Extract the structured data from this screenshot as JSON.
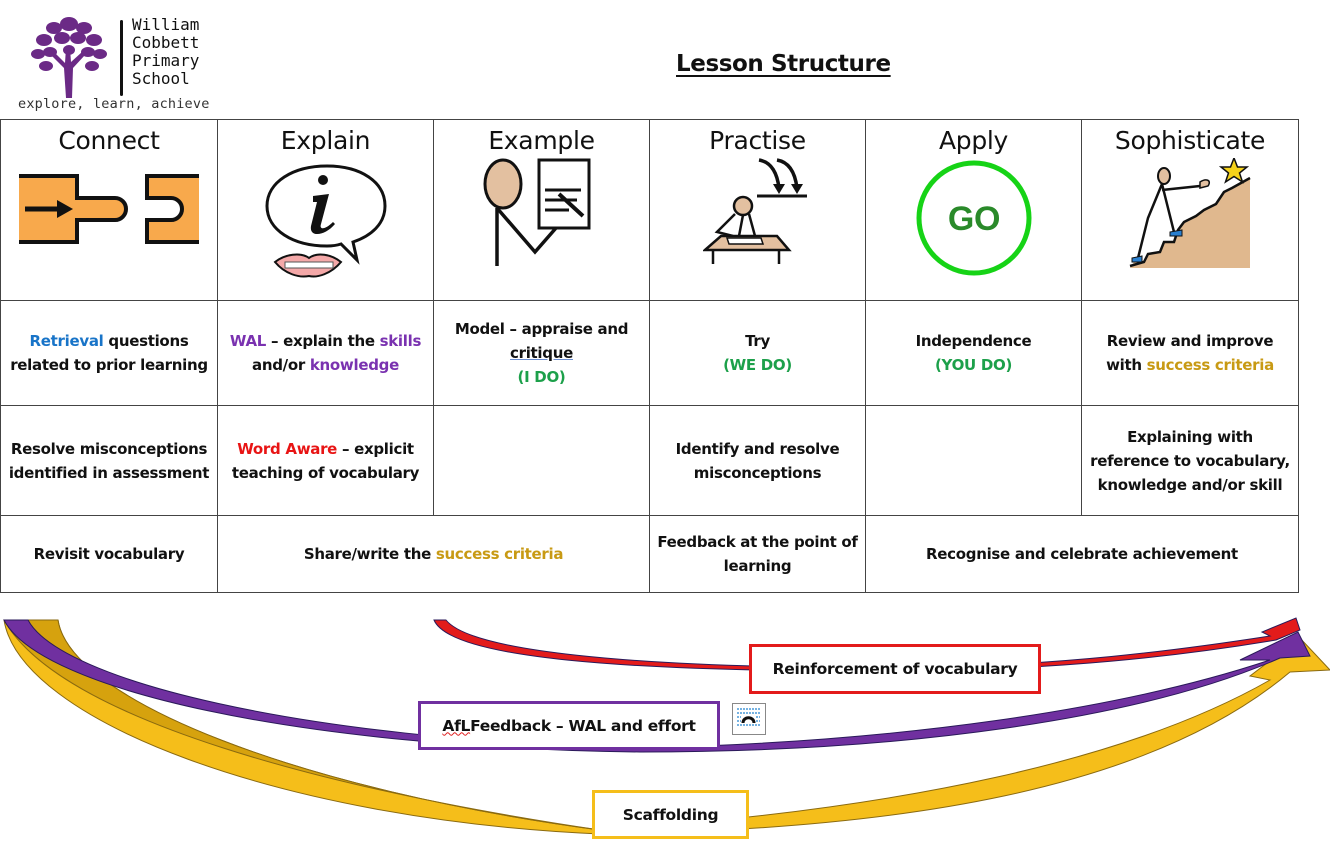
{
  "logo": {
    "name_lines": [
      "William",
      "Cobbett",
      "Primary",
      "School"
    ],
    "tagline": "explore, learn, achieve",
    "tree_color": "#6b2a86"
  },
  "title": "Lesson Structure",
  "stages": [
    {
      "title": "Connect",
      "icon": "connect-icon"
    },
    {
      "title": "Explain",
      "icon": "information-speech-icon"
    },
    {
      "title": "Example",
      "icon": "teacher-modelling-icon"
    },
    {
      "title": "Practise",
      "icon": "student-writing-icon"
    },
    {
      "title": "Apply",
      "icon": "go-icon",
      "icon_text": "GO"
    },
    {
      "title": "Sophisticate",
      "icon": "climbing-star-icon"
    }
  ],
  "row1": {
    "connect": {
      "highlight": "Retrieval",
      "rest": " questions related to prior learning"
    },
    "explain": {
      "p1": "WAL",
      "p2": " – explain the ",
      "p3": "skills",
      "p4": " and/or ",
      "p5": "knowledge"
    },
    "example": {
      "p1": "Model – appraise and ",
      "p2": "critique",
      "p3": "(I DO)"
    },
    "practise": {
      "p1": "Try",
      "p2": "(WE DO)"
    },
    "apply": {
      "p1": "Independence",
      "p2": "(YOU DO)"
    },
    "sophisticate": {
      "p1": "Review and improve with ",
      "p2": "success criteria"
    }
  },
  "row2": {
    "connect": "Resolve misconceptions identified in assessment",
    "explain": {
      "highlight": "Word Aware",
      "rest": " – explicit teaching of vocabulary"
    },
    "example": "",
    "practise": "Identify and resolve misconceptions",
    "apply": "",
    "sophisticate": "Explaining with reference to vocabulary, knowledge and/or skill"
  },
  "row3": {
    "connect": "Revisit vocabulary",
    "explain_example": {
      "p1": "Share/write the ",
      "p2": "success criteria"
    },
    "practise": "Feedback at the point of learning",
    "apply_sophisticate": "Recognise and celebrate achievement"
  },
  "arrows": [
    {
      "label_a": "Reinforcement of vocabulary",
      "color": "#e31b1b"
    },
    {
      "label_a": "AfL",
      "label_b": " Feedback – WAL and effort",
      "color": "#7030a0"
    },
    {
      "label_a": "Scaffolding",
      "color": "#f5be1a"
    }
  ],
  "colors": {
    "retrieval": "#1874c8",
    "wal": "#7a32b0",
    "do": "#1ca04a",
    "success_criteria": "#c89a14",
    "word_aware": "#e81414",
    "connect_orange": "#f8a94c",
    "go_green": "#16d316"
  }
}
